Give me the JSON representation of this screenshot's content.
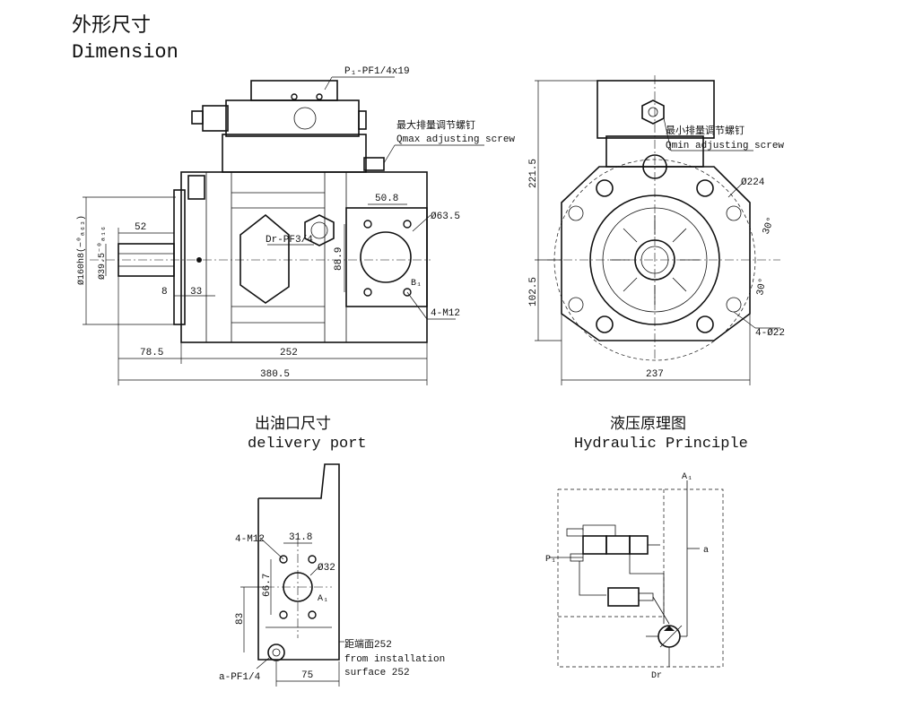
{
  "header": {
    "title_cn": "外形尺寸",
    "title_en": "Dimension"
  },
  "side_view": {
    "port_p1": "P₁-PF1/4x19",
    "qmax_cn": "最大排量调节螺钉",
    "qmax_en": "Qmax adjusting screw",
    "dr_port": "Dr-PF3/4",
    "dim_52": "52",
    "dim_flange": "Ø160h8(−⁰ₐ₆₃)",
    "dim_shaft": "Ø39.5⁻⁰ₐ₁₆",
    "dim_8": "8",
    "dim_33": "33",
    "dim_50_8": "50.8",
    "dim_63_5": "Ø63.5",
    "dim_88_9": "88.9",
    "port_b1": "B₁",
    "bolt_4m12": "4-M12",
    "dim_78_5": "78.5",
    "dim_252": "252",
    "dim_380_5": "380.5"
  },
  "front_view": {
    "qmin_cn": "最小排量调节螺钉",
    "qmin_en": "Qmin adjusting screw",
    "dim_221_5": "221.5",
    "dim_102_5": "102.5",
    "dim_224": "Ø224",
    "angle_30a": "30°",
    "angle_30b": "30°",
    "holes_4_22": "4-Ø22",
    "dim_237": "237"
  },
  "delivery_port": {
    "title_cn": "出油口尺寸",
    "title_en": "delivery port",
    "bolt_4m12": "4-M12",
    "dim_31_8": "31.8",
    "dim_32": "Ø32",
    "dim_66_7": "66.7",
    "port_a1": "A₁",
    "dim_83": "83",
    "install_cn": "距端面252",
    "install_en1": "from installation",
    "install_en2": "surface 252",
    "port_a": "a-PF1/4",
    "dim_75": "75"
  },
  "hydraulic": {
    "title_cn": "液压原理图",
    "title_en": "Hydraulic  Principle",
    "label_a1": "A₁",
    "label_p1": "P₁",
    "label_a": "a",
    "label_dr": "Dr"
  }
}
